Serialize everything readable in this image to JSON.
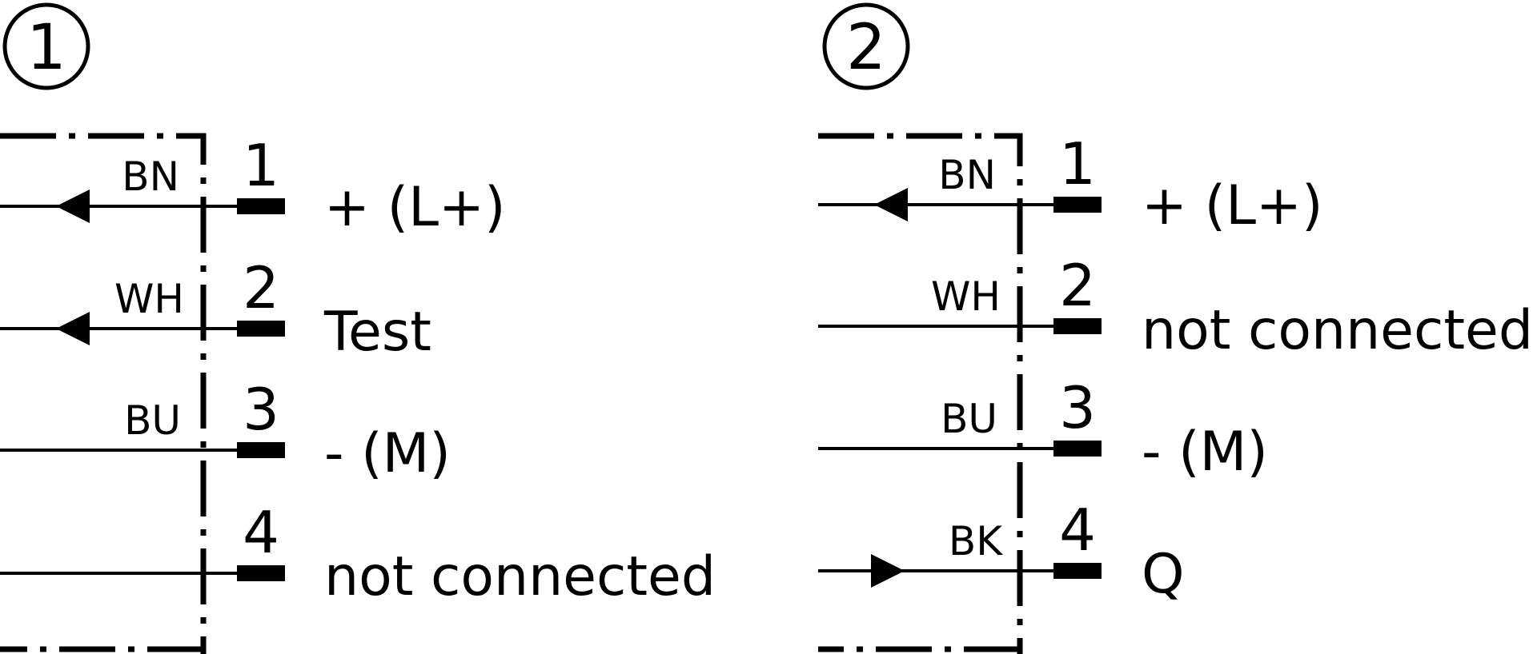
{
  "diagrams": [
    {
      "marker": "1",
      "rows": [
        {
          "wire": "BN",
          "pin": "1",
          "signal": "+ (L+)",
          "arrow": "in"
        },
        {
          "wire": "WH",
          "pin": "2",
          "signal": "Test",
          "arrow": "in"
        },
        {
          "wire": "BU",
          "pin": "3",
          "signal": "- (M)",
          "arrow": "none"
        },
        {
          "wire": "",
          "pin": "4",
          "signal": "not connected",
          "arrow": "none"
        }
      ]
    },
    {
      "marker": "2",
      "rows": [
        {
          "wire": "BN",
          "pin": "1",
          "signal": "+ (L+)",
          "arrow": "in"
        },
        {
          "wire": "WH",
          "pin": "2",
          "signal": "not connected",
          "arrow": "none"
        },
        {
          "wire": "BU",
          "pin": "3",
          "signal": "- (M)",
          "arrow": "none"
        },
        {
          "wire": "BK",
          "pin": "4",
          "signal": "Q",
          "arrow": "out"
        }
      ]
    }
  ]
}
